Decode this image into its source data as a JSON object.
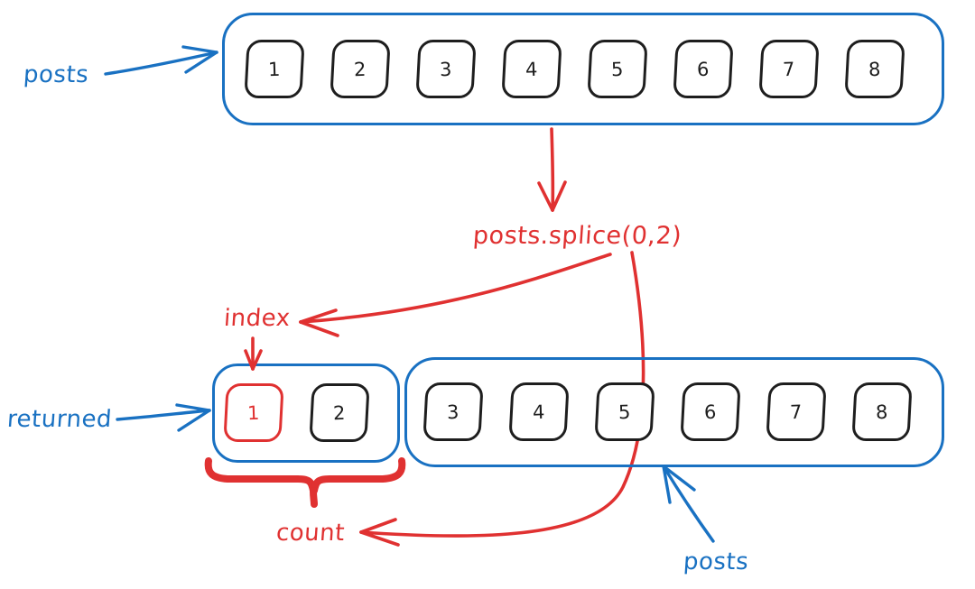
{
  "diagram": {
    "title": "Array splice illustration",
    "colors": {
      "blue": "#1971c2",
      "red": "#e03131",
      "black": "#1e1e1e",
      "background": "#ffffff"
    },
    "labels": {
      "posts_top": "posts",
      "posts_bottom": "posts",
      "returned": "returned",
      "index": "index",
      "count": "count",
      "splice_call": "posts.splice(0,2)"
    },
    "arrays": [
      {
        "name": "posts-original",
        "label": "posts",
        "cells": [
          "1",
          "2",
          "3",
          "4",
          "5",
          "6",
          "7",
          "8"
        ],
        "highlighted": []
      },
      {
        "name": "returned-array",
        "label": "returned",
        "cells": [
          "1",
          "2"
        ],
        "highlighted": [
          "1"
        ]
      },
      {
        "name": "posts-after-splice",
        "label": "posts",
        "cells": [
          "3",
          "4",
          "5",
          "6",
          "7",
          "8"
        ],
        "highlighted": []
      }
    ],
    "annotations": [
      {
        "name": "index-pointer",
        "text": "index",
        "points_to": "first returned cell"
      },
      {
        "name": "count-pointer",
        "text": "count",
        "points_to": "brace under returned array"
      },
      {
        "name": "splice-pointer",
        "text": "posts.splice(0,2)",
        "points_to": "posts array"
      }
    ]
  }
}
